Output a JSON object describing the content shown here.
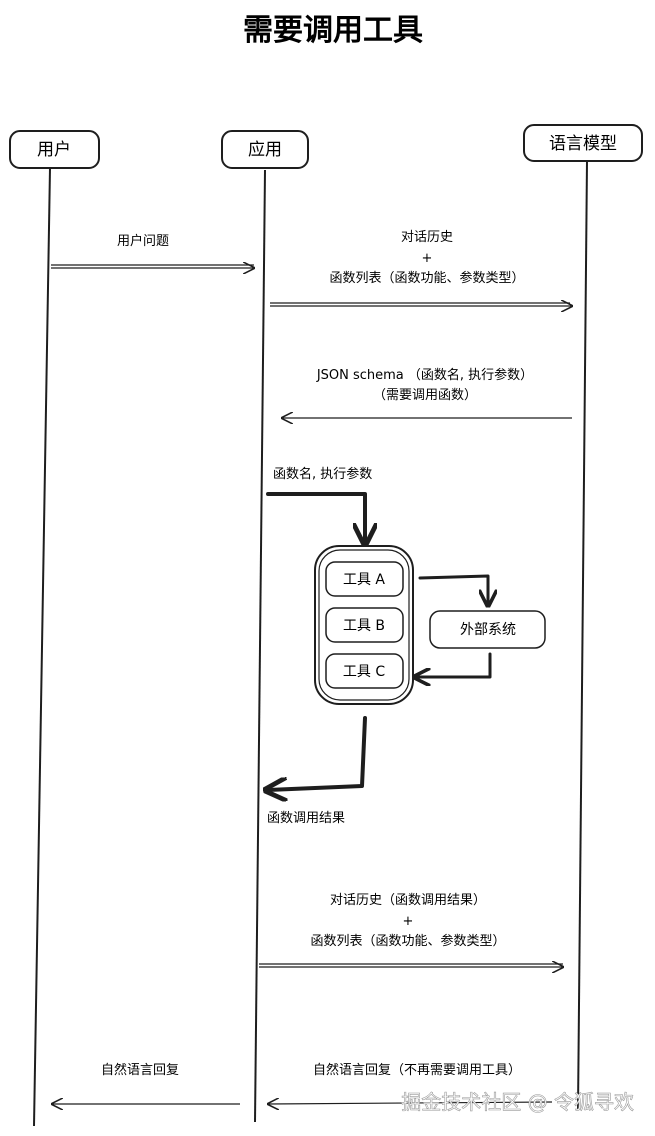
{
  "title": "需要调用工具",
  "actors": {
    "user": "用户",
    "app": "应用",
    "llm": "语言模型"
  },
  "messages": {
    "user_question": "用户问题",
    "req1_line1": "对话历史",
    "req1_line2": "+",
    "req1_line3": "函数列表（函数功能、参数类型）",
    "resp1_line1": "JSON schema （函数名, 执行参数）",
    "resp1_line2": "（需要调用函数）",
    "exec_label": "函数名, 执行参数",
    "result_label": "函数调用结果",
    "req2_line1": "对话历史（函数调用结果）",
    "req2_line2": "+",
    "req2_line3": "函数列表（函数功能、参数类型）",
    "resp2": "自然语言回复（不再需要调用工具）",
    "answer": "自然语言回复"
  },
  "tools": {
    "a": "工具 A",
    "b": "工具 B",
    "c": "工具 C"
  },
  "external": "外部系统",
  "watermark": "掘金技术社区 @ 令狐寻欢"
}
